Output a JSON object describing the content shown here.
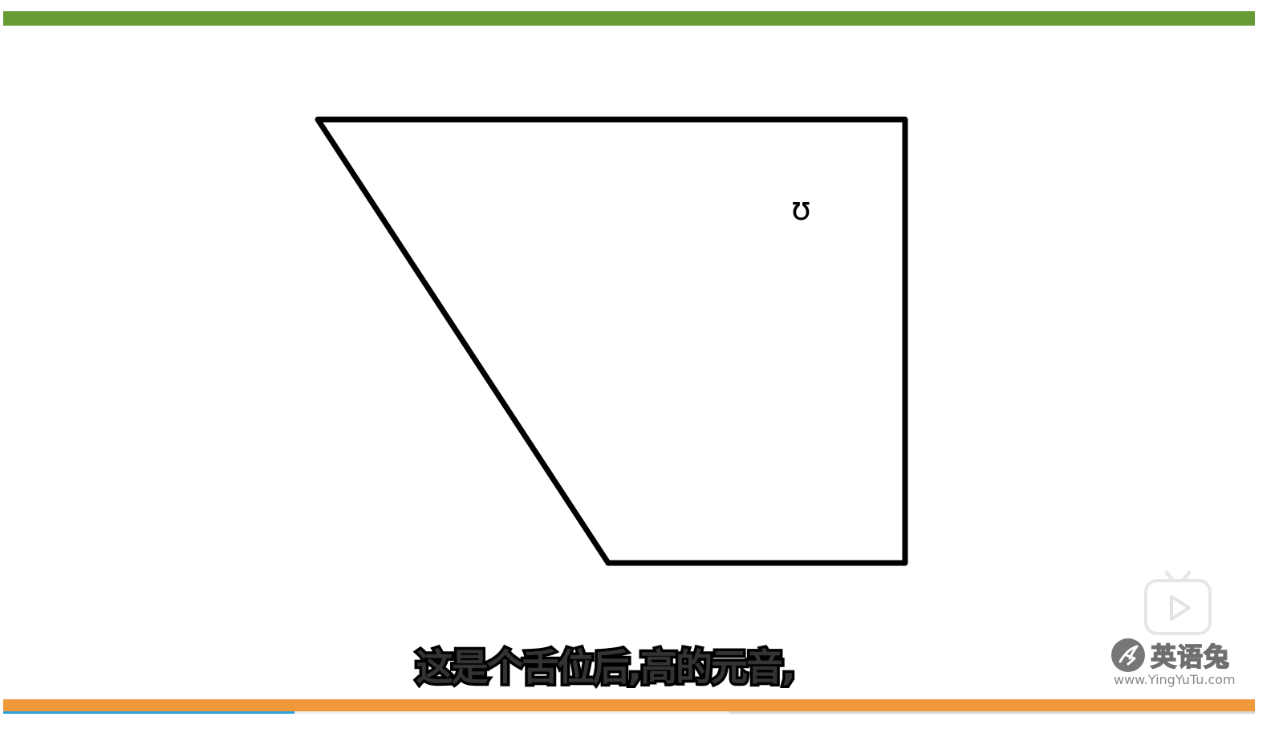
{
  "video": {
    "subtitle": "这是个舌位后,高的元音,",
    "vowel_symbol": "ʊ",
    "progress_played": 0.233,
    "progress_buffered": 0.58
  },
  "watermark": {
    "brand_name": "英语兔",
    "url": "www.YingYuTu.com",
    "icons": [
      "bilibili-tv-icon",
      "rabbit-logo-icon"
    ]
  },
  "colors": {
    "top_bar": "#689a36",
    "bottom_bar": "#f0993a",
    "progress": "#2b9fd8"
  }
}
